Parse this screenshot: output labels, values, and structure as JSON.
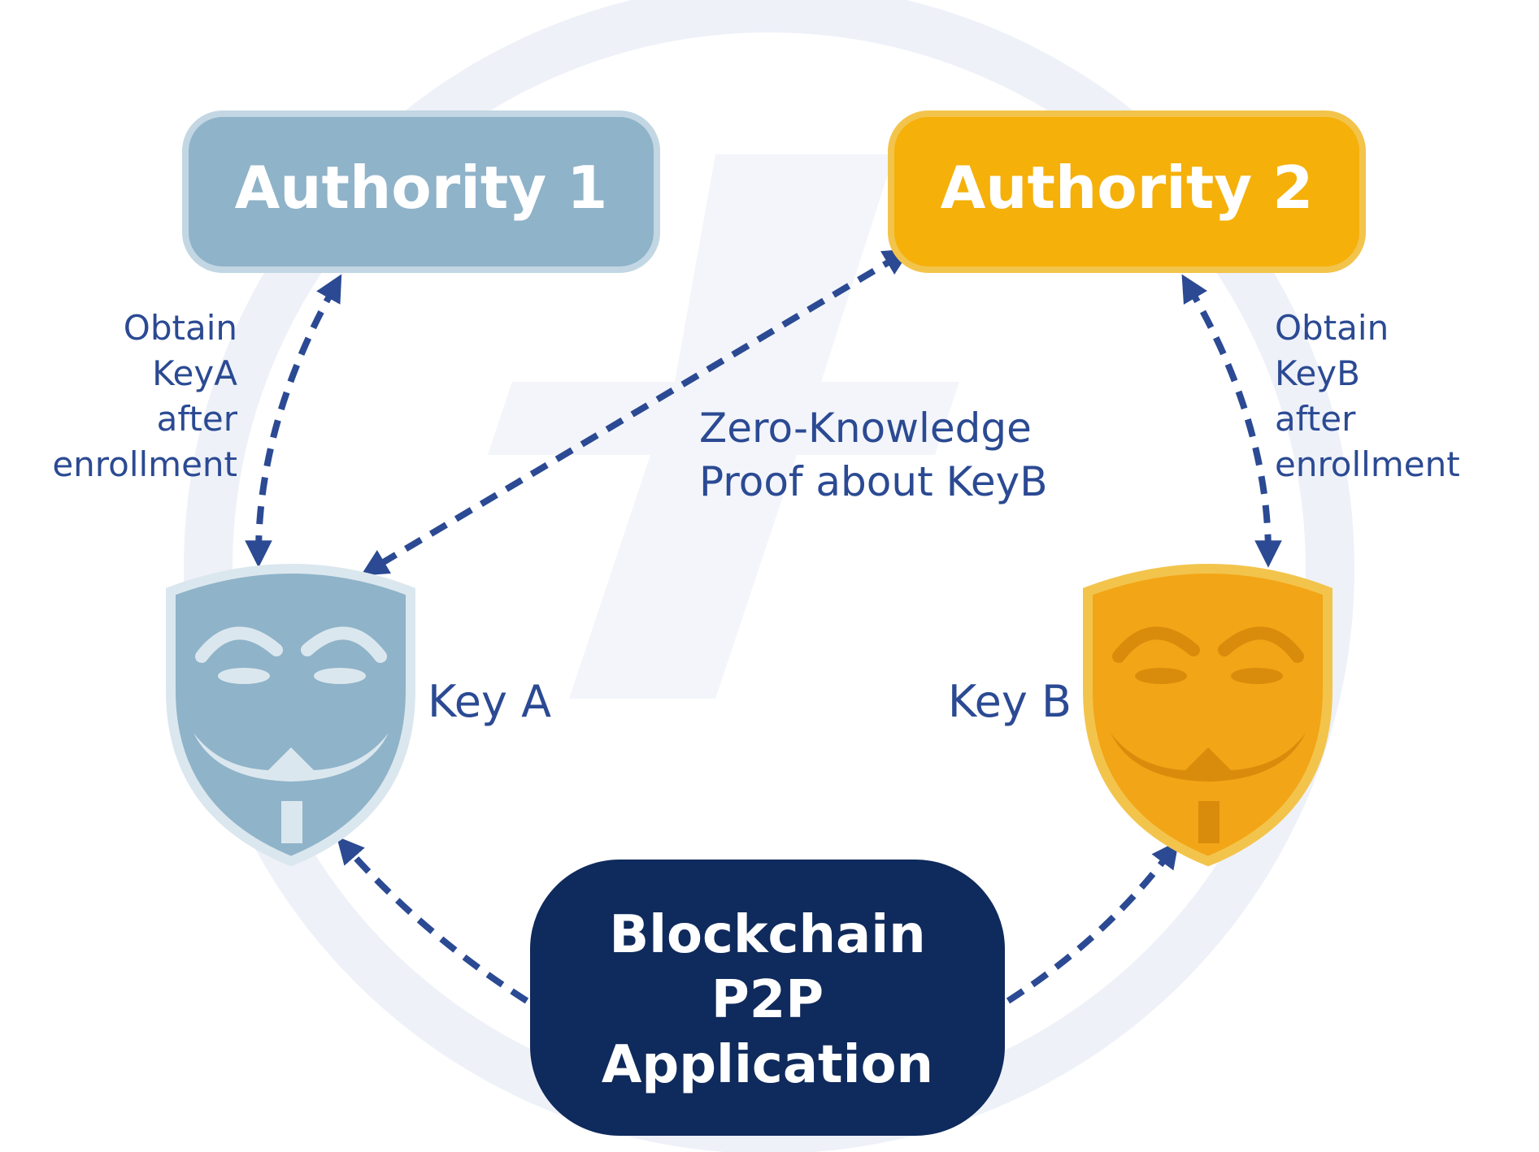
{
  "diagram": {
    "nodes": {
      "authority1": {
        "label": "Authority 1"
      },
      "authority2": {
        "label": "Authority 2"
      },
      "keyA": {
        "label": "Key A"
      },
      "keyB": {
        "label": "Key B"
      },
      "blockchain": {
        "lines": [
          "Blockchain",
          "P2P",
          "Application"
        ]
      }
    },
    "edges": {
      "authority1_keyA": {
        "lines": [
          "Obtain",
          "KeyA",
          "after",
          "enrollment"
        ]
      },
      "authority2_keyB": {
        "lines": [
          "Obtain",
          "KeyB",
          "after",
          "enrollment"
        ]
      },
      "authority2_keyA": {
        "lines": [
          "Zero-Knowledge",
          "Proof about KeyB"
        ]
      },
      "blockchain_keyA": {
        "lines": []
      },
      "blockchain_keyB": {
        "lines": []
      }
    }
  },
  "colors": {
    "authority1": "#8fb3c9",
    "authority1_border": "#c2d7e3",
    "authority2": "#f5b00a",
    "authority2_border": "#f3c44c",
    "blockchain": "#0f2a5c",
    "arrow": "#2b4a93",
    "label": "#2b4a93",
    "mask_a": "#8fb3c9",
    "mask_a_light": "#dbe7ee",
    "mask_b": "#f2a516",
    "mask_b_dark": "#d98c0c",
    "watermark": "#eef1f8"
  }
}
